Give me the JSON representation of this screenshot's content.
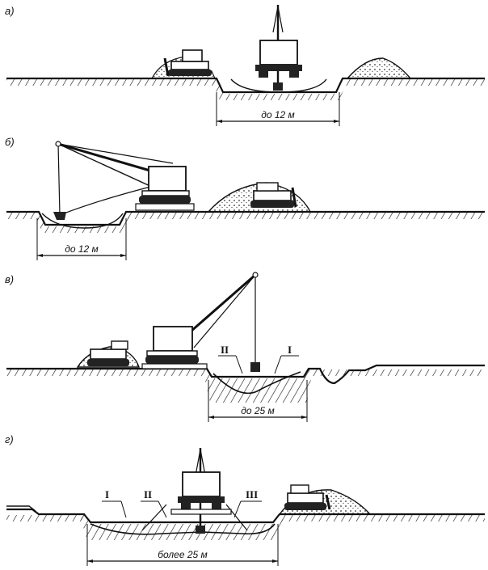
{
  "panels": [
    {
      "tag": "а)",
      "dimension": "до 12 м"
    },
    {
      "tag": "б)",
      "dimension": "до 12 м"
    },
    {
      "tag": "в)",
      "dimension": "до 25 м",
      "zones": [
        "II",
        "I"
      ]
    },
    {
      "tag": "г)",
      "dimension": "более 25 м",
      "zones": [
        "I",
        "II",
        "III"
      ]
    }
  ]
}
